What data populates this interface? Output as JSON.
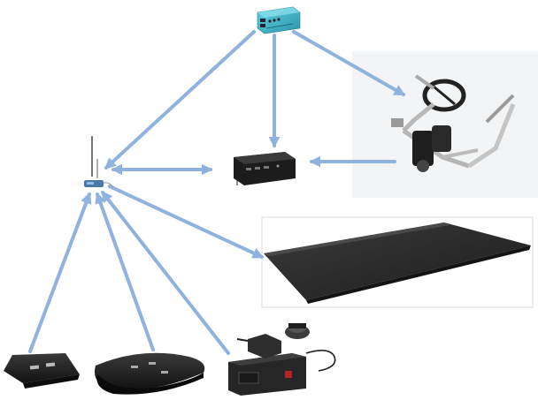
{
  "diagram": {
    "nodes": [
      {
        "id": "controller",
        "kind": "industrial-computer",
        "color": "#3fb7c9"
      },
      {
        "id": "router",
        "kind": "wireless-router",
        "color": "#4a78a8"
      },
      {
        "id": "data-logger",
        "kind": "black-box-unit",
        "color": "#1c1c1c"
      },
      {
        "id": "steering-rig",
        "kind": "steering-wheel-pedal-rig",
        "color": "#c7c9cc"
      },
      {
        "id": "floor-mat",
        "kind": "large-dark-mat",
        "color": "#2b2b2b"
      },
      {
        "id": "pad-small",
        "kind": "small-dark-pad",
        "color": "#202020"
      },
      {
        "id": "pad-large",
        "kind": "rounded-dark-pad",
        "color": "#1e1e1e"
      },
      {
        "id": "device-case",
        "kind": "case-with-motion-sensor",
        "color": "#262626"
      }
    ],
    "edges": [
      {
        "from": "controller",
        "to": "router"
      },
      {
        "from": "controller",
        "to": "data-logger"
      },
      {
        "from": "controller",
        "to": "steering-rig"
      },
      {
        "from": "data-logger",
        "to": "router"
      },
      {
        "from": "router",
        "to": "data-logger"
      },
      {
        "from": "steering-rig",
        "to": "data-logger"
      },
      {
        "from": "router",
        "to": "floor-mat"
      },
      {
        "from": "pad-small",
        "to": "router"
      },
      {
        "from": "pad-large",
        "to": "router"
      },
      {
        "from": "device-case",
        "to": "router"
      }
    ],
    "edge_color": "#8fb2de"
  }
}
